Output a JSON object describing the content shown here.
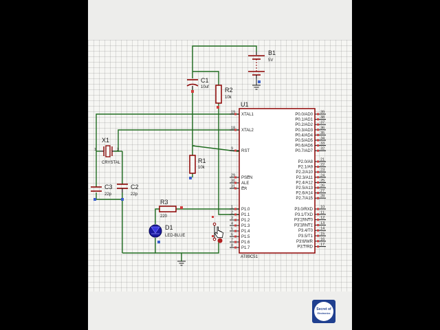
{
  "schematic": {
    "battery": {
      "ref": "B1",
      "value": "5V"
    },
    "capacitor_c1": {
      "ref": "C1",
      "value": "10uf"
    },
    "resistor_r2": {
      "ref": "R2",
      "value": "10k"
    },
    "resistor_r1": {
      "ref": "R1",
      "value": "10k"
    },
    "resistor_r3": {
      "ref": "R3",
      "value": "220"
    },
    "crystal": {
      "ref": "X1",
      "value": "CRYSTAL"
    },
    "capacitor_c3": {
      "ref": "C3",
      "value": "22p"
    },
    "capacitor_c2": {
      "ref": "C2",
      "value": "22p"
    },
    "led": {
      "ref": "D1",
      "value": "LED-BLUE"
    },
    "mcu": {
      "ref": "U1",
      "part": "AT89C51",
      "left_pins": [
        {
          "no": "19",
          "name": "XTAL1"
        },
        {
          "no": "18",
          "name": "XTAL2"
        },
        {
          "no": "9",
          "name": "RST"
        },
        {
          "no": "29",
          "name": "PSEN"
        },
        {
          "no": "30",
          "name": "ALE"
        },
        {
          "no": "31",
          "name": "EA"
        },
        {
          "no": "1",
          "name": "P1.0"
        },
        {
          "no": "2",
          "name": "P1.1"
        },
        {
          "no": "3",
          "name": "P1.2"
        },
        {
          "no": "4",
          "name": "P1.3"
        },
        {
          "no": "5",
          "name": "P1.4"
        },
        {
          "no": "6",
          "name": "P1.5"
        },
        {
          "no": "7",
          "name": "P1.6"
        },
        {
          "no": "8",
          "name": "P1.7"
        }
      ],
      "right_pins": [
        {
          "no": "39",
          "name": "P0.0/AD0"
        },
        {
          "no": "38",
          "name": "P0.1/AD1"
        },
        {
          "no": "37",
          "name": "P0.2/AD2"
        },
        {
          "no": "36",
          "name": "P0.3/AD3"
        },
        {
          "no": "35",
          "name": "P0.4/AD4"
        },
        {
          "no": "34",
          "name": "P0.5/AD5"
        },
        {
          "no": "33",
          "name": "P0.6/AD6"
        },
        {
          "no": "32",
          "name": "P0.7/AD7"
        },
        {
          "no": "21",
          "name": "P2.0/A8"
        },
        {
          "no": "22",
          "name": "P2.1/A9"
        },
        {
          "no": "23",
          "name": "P2.2/A10"
        },
        {
          "no": "24",
          "name": "P2.3/A11"
        },
        {
          "no": "25",
          "name": "P2.4/A12"
        },
        {
          "no": "26",
          "name": "P2.5/A13"
        },
        {
          "no": "27",
          "name": "P2.6/A14"
        },
        {
          "no": "28",
          "name": "P2.7/A15"
        },
        {
          "no": "10",
          "name": "P3.0/RXD"
        },
        {
          "no": "11",
          "name": "P3.1/TXD"
        },
        {
          "no": "12",
          "name": "P3.2/INT0"
        },
        {
          "no": "13",
          "name": "P3.3/INT1"
        },
        {
          "no": "14",
          "name": "P3.4/T0"
        },
        {
          "no": "15",
          "name": "P3.5/T1"
        },
        {
          "no": "16",
          "name": "P3.6/WR"
        },
        {
          "no": "17",
          "name": "P3.7/RD"
        }
      ]
    }
  },
  "watermark": {
    "line1": "Secret of",
    "line2": "Electronics"
  },
  "colors": {
    "wire": "#1e6b1e",
    "component": "#8b0000",
    "led": "#1a1a9e",
    "sheet": "#f6f6f3"
  }
}
